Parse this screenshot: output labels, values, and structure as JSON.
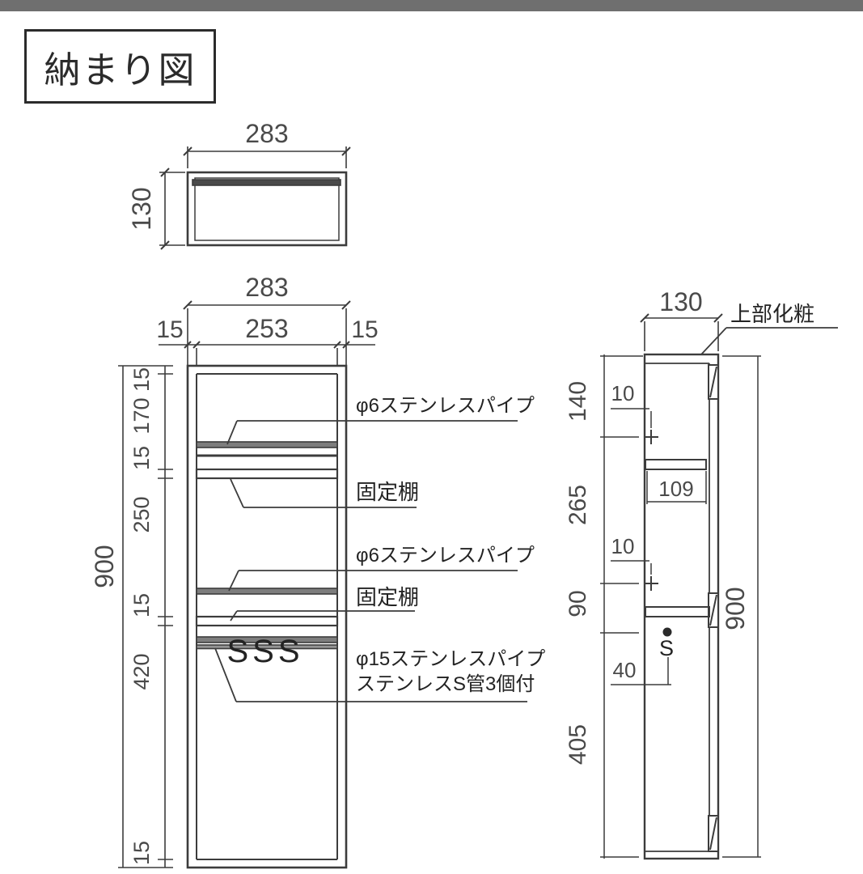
{
  "title": "納まり図",
  "colors": {
    "top_bar": "#6f6f6f",
    "line": "#3c3c3c",
    "pipe_gray": "#7d7d7d",
    "pipe_gray_light": "#949494",
    "plan_pipe_dark": "#4a4a4a"
  },
  "top_view": {
    "dim_width": "283",
    "dim_depth": "130"
  },
  "front_view": {
    "dim_total_width": "283",
    "dim_left_frame": "15",
    "dim_inner_width": "253",
    "dim_right_frame": "15",
    "dim_total_height": "900",
    "height_chain": [
      "15",
      "170",
      "15",
      "250",
      "15",
      "420",
      "15"
    ],
    "sss_hooks": "SSS",
    "labels": {
      "pipe6_upper": "φ6ステンレスパイプ",
      "fixed_shelf_upper": "固定棚",
      "pipe6_lower": "φ6ステンレスパイプ",
      "fixed_shelf_lower": "固定棚",
      "pipe15_line1": "φ15ステンレスパイプ",
      "pipe15_line2": "ステンレスS管3個付"
    }
  },
  "side_view": {
    "dim_depth": "130",
    "top_label": "上部化粧",
    "dim_total_height": "900",
    "height_chain": [
      "140",
      "265",
      "90",
      "405"
    ],
    "dim_pipe_offset_upper": "10",
    "dim_pipe_offset_lower": "10",
    "dim_shelf_depth": "109",
    "dim_hook_offset": "40",
    "s_hook_glyph": "S"
  }
}
